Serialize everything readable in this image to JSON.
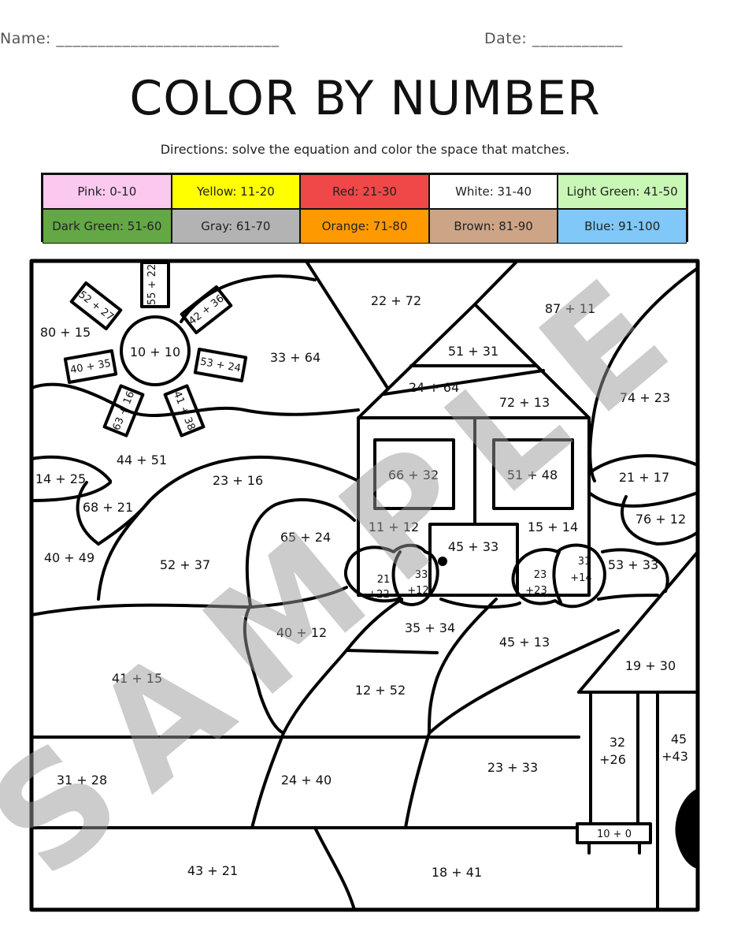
{
  "header": {
    "name_label": "Name:",
    "name_blank": "___________________________",
    "date_label": "Date:",
    "date_blank": "___________"
  },
  "title": "COLOR BY NUMBER",
  "directions": "Directions: solve the equation and color the space that matches.",
  "key": [
    {
      "label": "Pink: 0-10",
      "color": "#fbc8ef"
    },
    {
      "label": "Yellow: 11-20",
      "color": "#ffff00"
    },
    {
      "label": "Red: 21-30",
      "color": "#f04848"
    },
    {
      "label": "White: 31-40",
      "color": "#ffffff"
    },
    {
      "label": "Light Green: 41-50",
      "color": "#c9f7b5"
    },
    {
      "label": "Dark Green: 51-60",
      "color": "#63a845"
    },
    {
      "label": "Gray: 61-70",
      "color": "#b3b3b3"
    },
    {
      "label": "Orange: 71-80",
      "color": "#ff9900"
    },
    {
      "label": "Brown: 81-90",
      "color": "#cda486"
    },
    {
      "label": "Blue: 91-100",
      "color": "#7fc8f8"
    }
  ],
  "equations": {
    "sun_center": "10 + 10",
    "sun_top": "55 + 22",
    "sun_top_left": "52 + 27",
    "sun_top_right": "42 + 36",
    "sun_left": "40 + 35",
    "sun_right": "53 + 24",
    "sun_bottom_left": "63 + 16",
    "sun_bottom_right": "41 + 38",
    "sky_left": "80 + 15",
    "sky_mid": "33 + 64",
    "sky_top": "22 + 72",
    "sky_right_top": "87 + 11",
    "sky_right": "74 + 23",
    "roof_top": "51 + 31",
    "roof_mid": "24 + 64",
    "roof_right": "72 + 13",
    "window_left": "66 + 32",
    "window_right": "51 + 48",
    "wall_left": "11 + 12",
    "wall_right": "15 + 14",
    "door": "45 + 33",
    "bush1_a": "21",
    "bush1_b": "+22",
    "bush2_a": "33",
    "bush2_b": "+12",
    "bush3_a": "23",
    "bush3_b": "+23",
    "bush4_a": "31",
    "bush4_b": "+14",
    "cloud_left": "44 + 51",
    "hill_a": "14 + 25",
    "hill_b": "68 + 21",
    "hill_c": "40 + 49",
    "hill_d": "52 + 37",
    "hill_e": "23 + 16",
    "hill_f": "65 + 24",
    "cloud_right_a": "21 + 17",
    "cloud_right_b": "76 + 12",
    "right_bush": "53 + 33",
    "path_top": "35 + 34",
    "field_a": "40 + 12",
    "field_b": "45 + 13",
    "field_c": "41 + 15",
    "path_mid": "12 + 52",
    "shed_roof": "19 + 30",
    "post_a": "32",
    "post_b": "+26",
    "shed_a": "45",
    "shed_b": "+43",
    "ground_a": "31 + 28",
    "ground_b": "24 + 40",
    "ground_c": "23 + 33",
    "sign": "10 + 0",
    "ground_d": "43 + 21",
    "ground_e": "18 + 41"
  },
  "watermark": "SAMPLE"
}
